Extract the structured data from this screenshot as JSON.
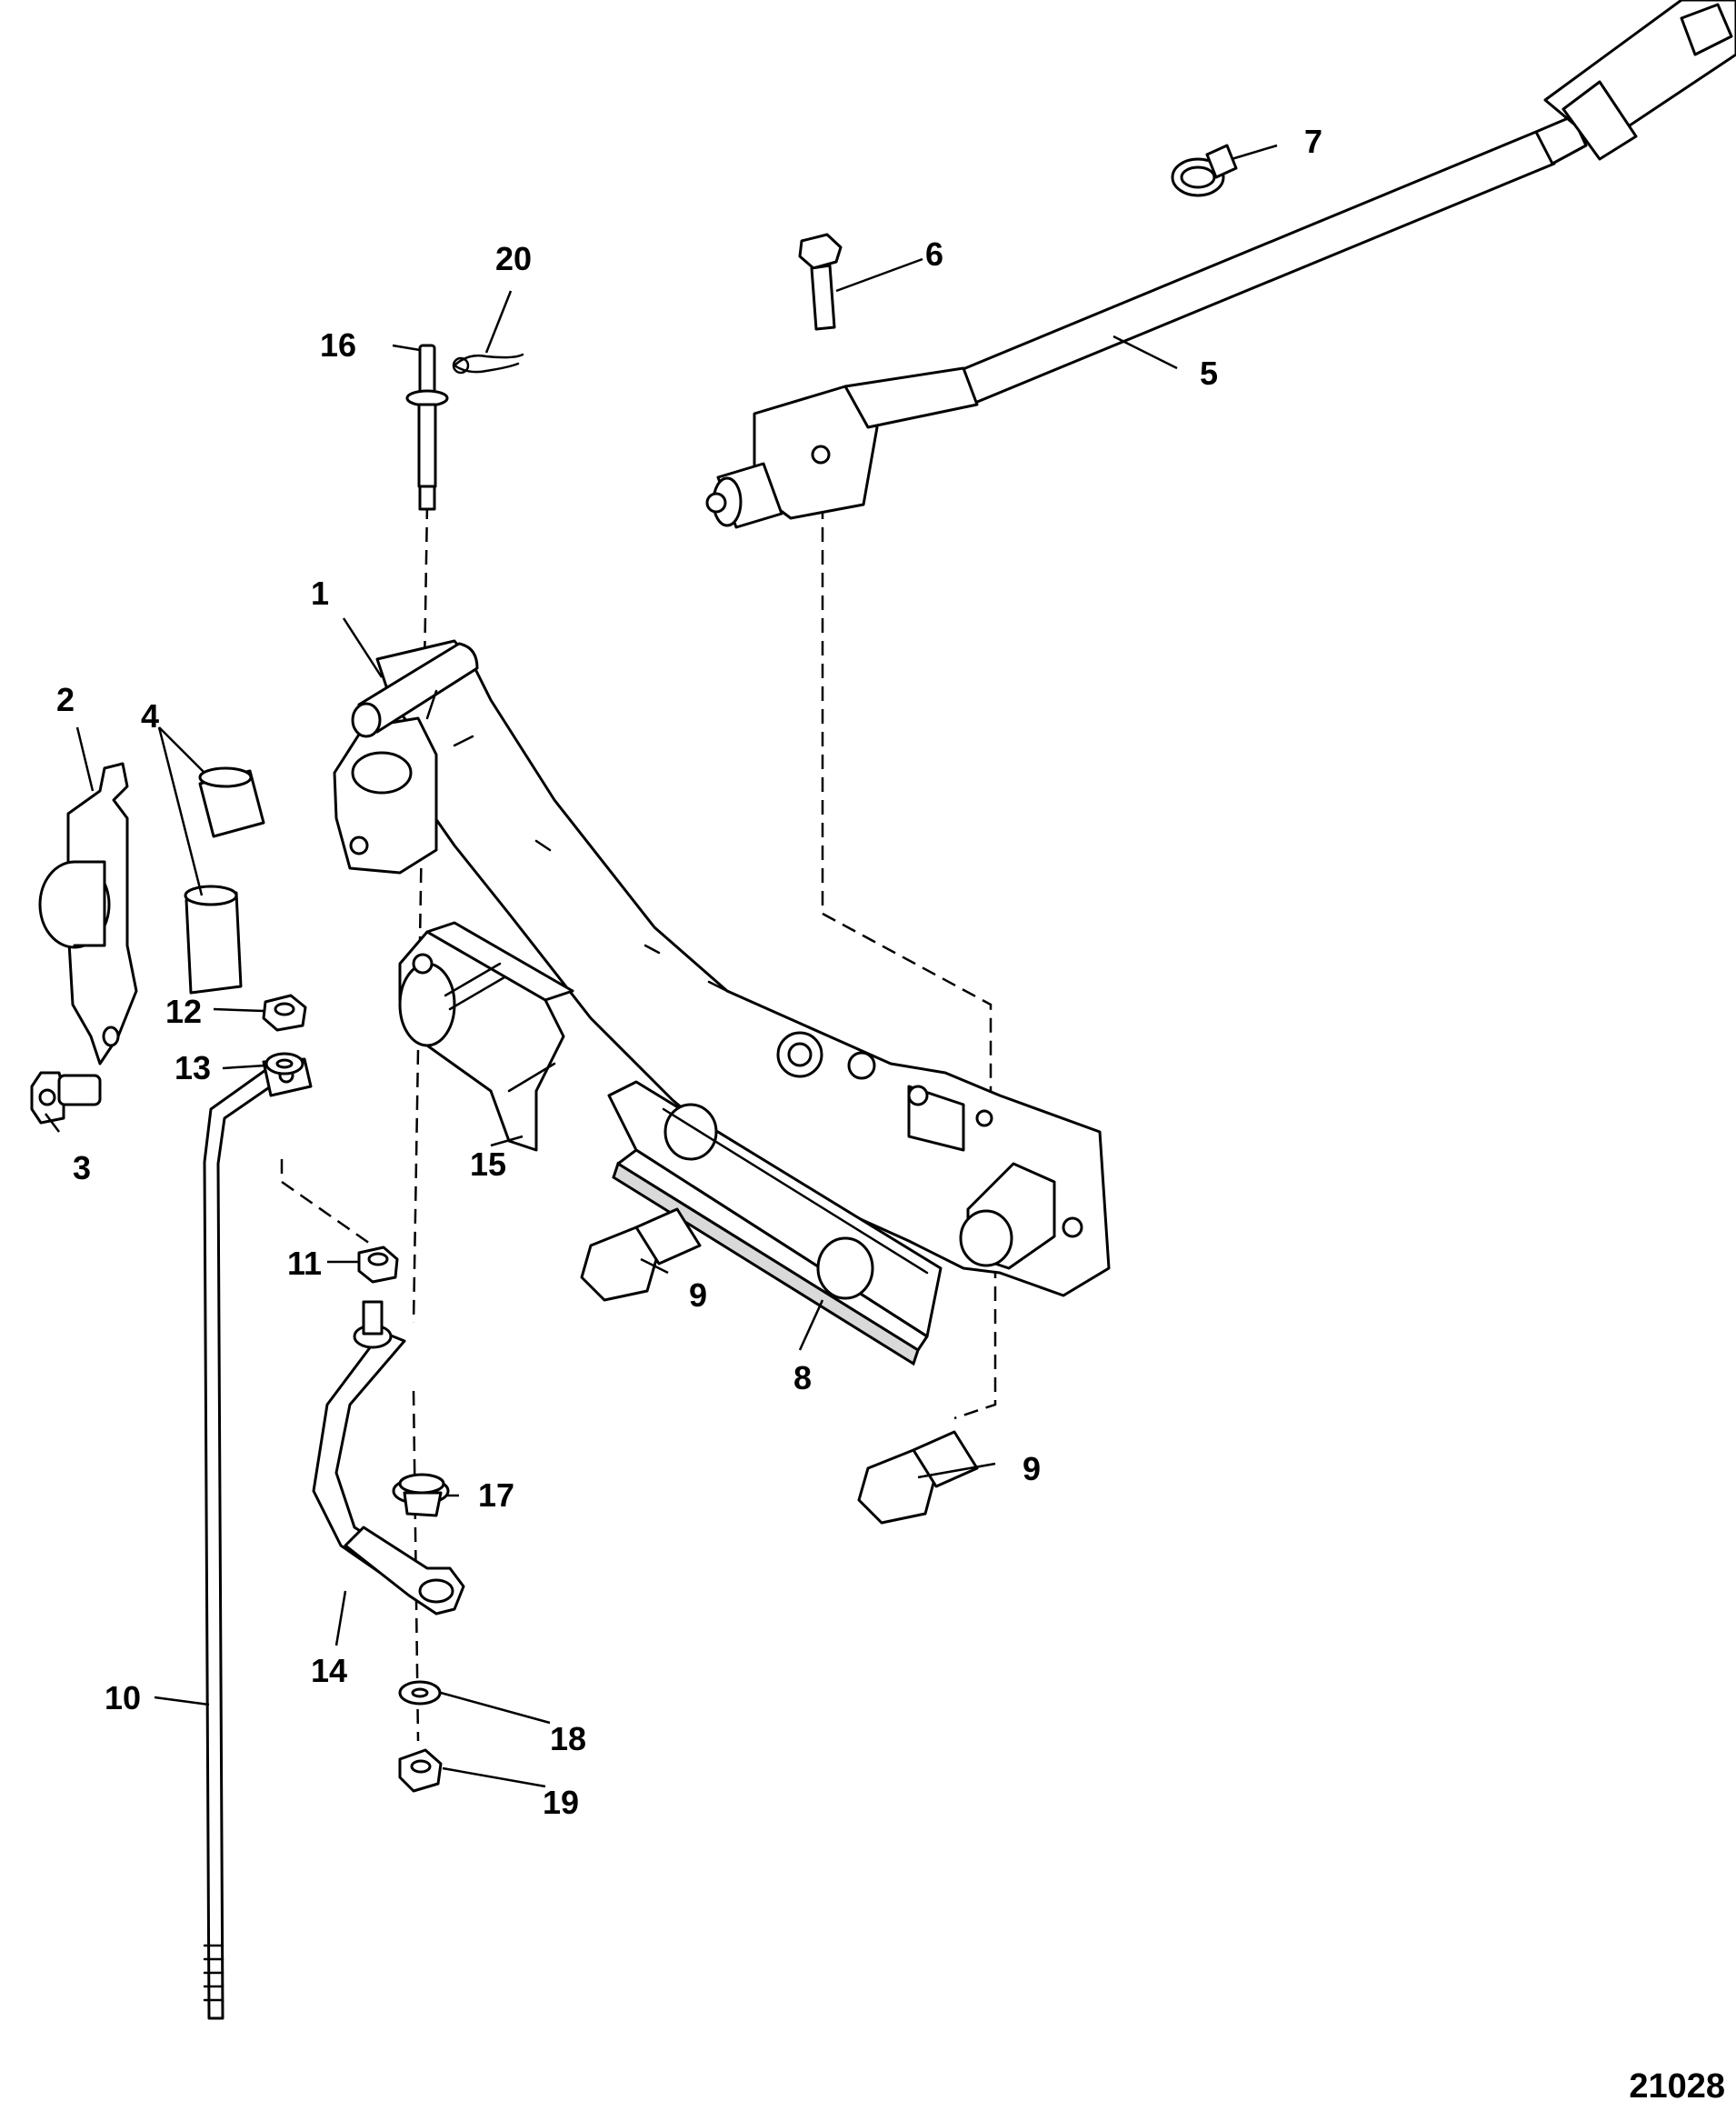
{
  "diagram": {
    "reference_number": "21028",
    "callouts": [
      {
        "id": "c1",
        "label": "1",
        "part": "shift-lever-bracket"
      },
      {
        "id": "c2",
        "label": "2",
        "part": "shift-plate"
      },
      {
        "id": "c3",
        "label": "3",
        "part": "shoulder-screw"
      },
      {
        "id": "c4",
        "label": "4",
        "part": "bushings"
      },
      {
        "id": "c5",
        "label": "5",
        "part": "switch-harness-cable"
      },
      {
        "id": "c6",
        "label": "6",
        "part": "switch-screw"
      },
      {
        "id": "c7",
        "label": "7",
        "part": "hose-clamp"
      },
      {
        "id": "c8",
        "label": "8",
        "part": "slide-rail"
      },
      {
        "id": "c9a",
        "label": "9",
        "part": "flange-bolt-upper"
      },
      {
        "id": "c9b",
        "label": "9",
        "part": "flange-bolt-lower"
      },
      {
        "id": "c10",
        "label": "10",
        "part": "shift-rod"
      },
      {
        "id": "c11",
        "label": "11",
        "part": "rod-nut"
      },
      {
        "id": "c12",
        "label": "12",
        "part": "hex-nut"
      },
      {
        "id": "c13",
        "label": "13",
        "part": "flat-washer"
      },
      {
        "id": "c14",
        "label": "14",
        "part": "shift-link-arm"
      },
      {
        "id": "c15",
        "label": "15",
        "part": "shift-guide-block"
      },
      {
        "id": "c16",
        "label": "16",
        "part": "pivot-pin"
      },
      {
        "id": "c17",
        "label": "17",
        "part": "flanged-bushing"
      },
      {
        "id": "c18",
        "label": "18",
        "part": "washer"
      },
      {
        "id": "c19",
        "label": "19",
        "part": "locknut"
      },
      {
        "id": "c20",
        "label": "20",
        "part": "hairpin-clip"
      }
    ]
  }
}
